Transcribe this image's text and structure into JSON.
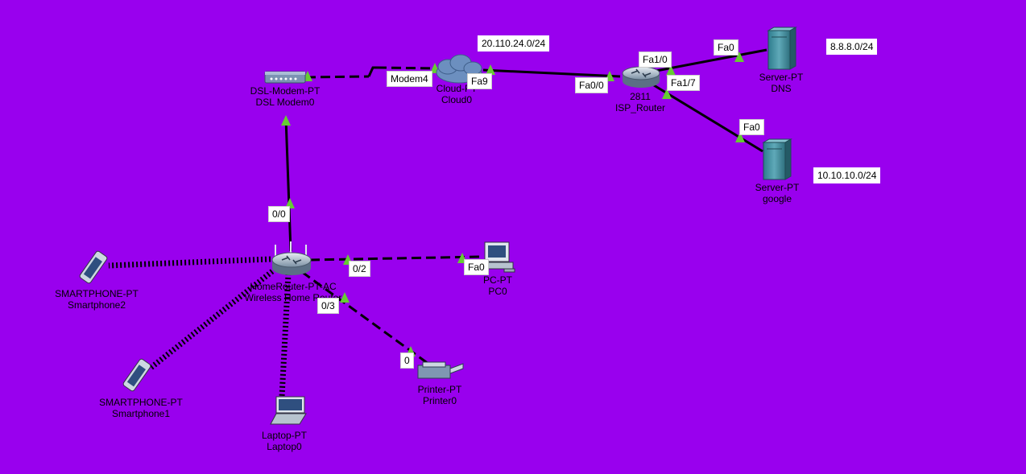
{
  "colors": {
    "background": "#9900ee",
    "link": "#000000",
    "port_marker": "#66cc33"
  },
  "networks": {
    "wan": "20.110.24.0/24",
    "dns": "8.8.8.0/24",
    "google": "10.10.10.0/24"
  },
  "devices": {
    "dsl_modem": {
      "model": "DSL-Modem-PT",
      "name": "DSL Modem0",
      "icon": "dsl-modem-icon"
    },
    "cloud": {
      "model": "Cloud-PT",
      "name": "Cloud0",
      "icon": "cloud-icon"
    },
    "isp_router": {
      "model": "2811",
      "name": "ISP_Router",
      "icon": "router-icon"
    },
    "dns_server": {
      "model": "Server-PT",
      "name": "DNS",
      "icon": "server-icon"
    },
    "google_server": {
      "model": "Server-PT",
      "name": "google",
      "icon": "server-icon"
    },
    "home_router": {
      "model": "HomeRouter-PT-AC",
      "name": "Wireless Home Router",
      "icon": "wireless-router-icon"
    },
    "pc": {
      "model": "PC-PT",
      "name": "PC0",
      "icon": "pc-icon"
    },
    "printer": {
      "model": "Printer-PT",
      "name": "Printer0",
      "icon": "printer-icon"
    },
    "laptop": {
      "model": "Laptop-PT",
      "name": "Laptop0",
      "icon": "laptop-icon"
    },
    "smartphone1": {
      "model": "SMARTPHONE-PT",
      "name": "Smartphone1",
      "icon": "smartphone-icon"
    },
    "smartphone2": {
      "model": "SMARTPHONE-PT",
      "name": "Smartphone2",
      "icon": "smartphone-icon"
    }
  },
  "ports": {
    "cloud_modem": "Modem4",
    "cloud_fa": "Fa9",
    "isp_fa00": "Fa0/0",
    "isp_fa10": "Fa1/0",
    "isp_fa17": "Fa1/7",
    "dns_fa0": "Fa0",
    "google_fa0": "Fa0",
    "home_00": "0/0",
    "home_02": "0/2",
    "home_03": "0/3",
    "pc_fa0": "Fa0",
    "printer_0": "0"
  }
}
